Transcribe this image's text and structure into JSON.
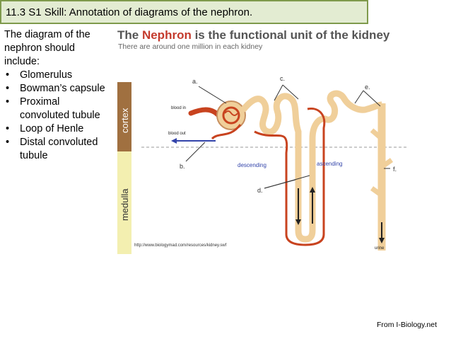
{
  "header": {
    "title": "11.3 S1 Skill: Annotation of diagrams of the nephron."
  },
  "intro": {
    "text": "The diagram of the nephron should include:",
    "items": [
      "Glomerulus",
      "Bowman’s capsule",
      "Proximal convoluted tubule",
      "Loop of Henle",
      "Distal convoluted tubule"
    ]
  },
  "figure": {
    "title_prefix": "The ",
    "title_highlight": "Nephron",
    "title_suffix": " is the functional unit of the kidney",
    "subtitle": "There are around one million in each kidney",
    "labels": {
      "a": "a.",
      "b": "b.",
      "c": "c.",
      "d": "d.",
      "e": "e.",
      "f": "f.",
      "blood_in": "blood in",
      "blood_out": "blood out",
      "descending": "descending",
      "ascending": "ascending",
      "urine": "urine",
      "cortex": "cortex",
      "medulla": "medulla",
      "source_url": "http://www.biologymad.com/resources/kidney.swf"
    },
    "colors": {
      "cortex": "#a07040",
      "medulla": "#f3efb0",
      "tubule": "#f0cf9a",
      "blood_vessel": "#c8431f",
      "arrow_blue": "#3344aa"
    }
  },
  "footer": {
    "credit": "From I-Biology.net"
  }
}
